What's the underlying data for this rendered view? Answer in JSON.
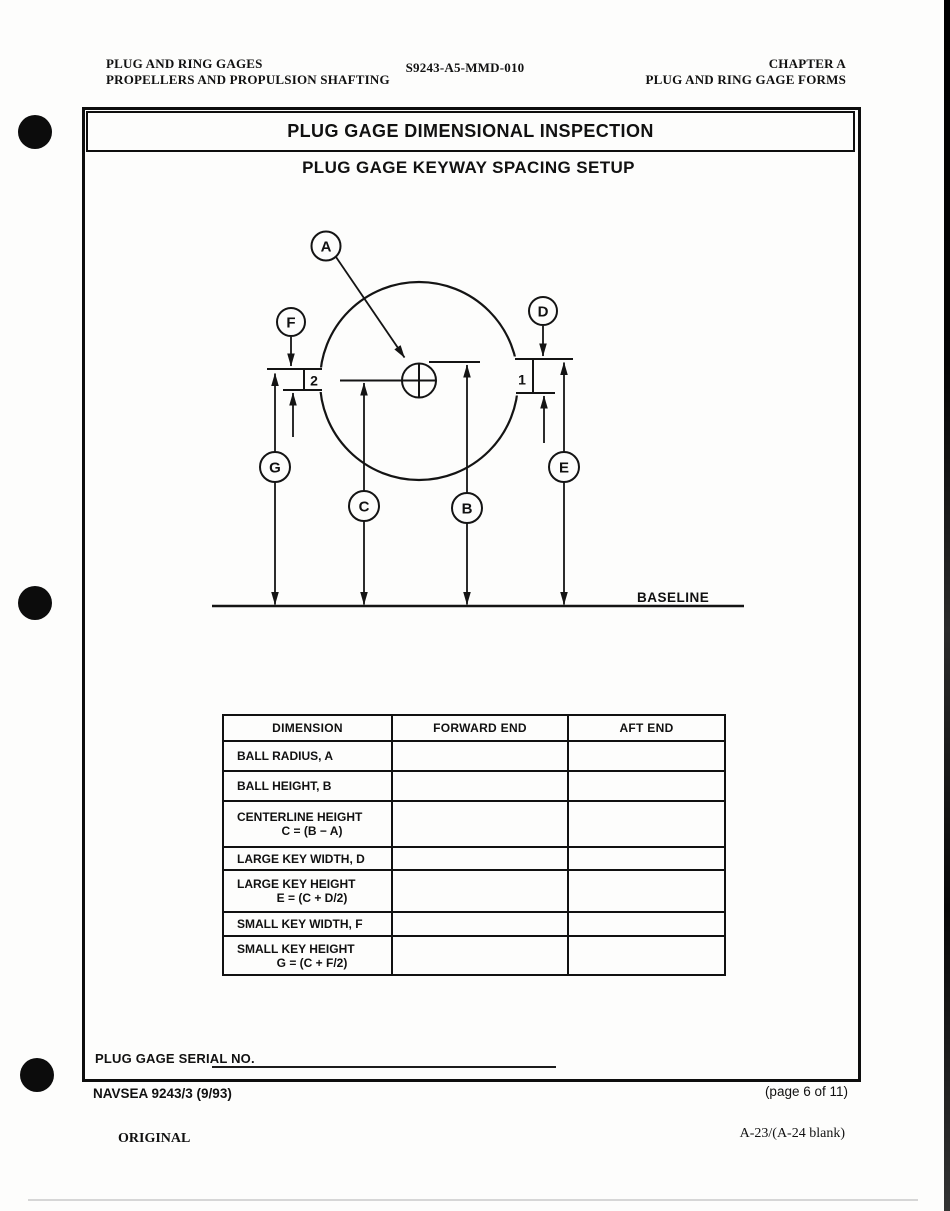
{
  "page_header": {
    "left_line1": "PLUG AND RING GAGES",
    "left_line2": "PROPELLERS AND PROPULSION SHAFTING",
    "center_doc_number": "S9243-A5-MMD-010",
    "right_line1": "CHAPTER A",
    "right_line2": "PLUG AND RING GAGE FORMS"
  },
  "form": {
    "title": "PLUG GAGE DIMENSIONAL INSPECTION",
    "subtitle": "PLUG GAGE KEYWAY SPACING SETUP",
    "serial_label": "PLUG GAGE SERIAL NO.",
    "serial_value": ""
  },
  "diagram": {
    "labels": {
      "a": "A",
      "b": "B",
      "c": "C",
      "d": "D",
      "e": "E",
      "f": "F",
      "g": "G"
    },
    "keyway_large_number": "1",
    "keyway_small_number": "2",
    "baseline_label": "BASELINE"
  },
  "table": {
    "headers": [
      "DIMENSION",
      "FORWARD END",
      "AFT END"
    ],
    "rows": [
      {
        "dimension": "BALL RADIUS, A",
        "formula": "",
        "forward_end": "",
        "aft_end": ""
      },
      {
        "dimension": "BALL HEIGHT, B",
        "formula": "",
        "forward_end": "",
        "aft_end": ""
      },
      {
        "dimension": "CENTERLINE HEIGHT",
        "formula": "C = (B − A)",
        "forward_end": "",
        "aft_end": ""
      },
      {
        "dimension": "LARGE KEY WIDTH, D",
        "formula": "",
        "forward_end": "",
        "aft_end": ""
      },
      {
        "dimension": "LARGE KEY HEIGHT",
        "formula": "E = (C + D/2)",
        "forward_end": "",
        "aft_end": ""
      },
      {
        "dimension": "SMALL KEY WIDTH, F",
        "formula": "",
        "forward_end": "",
        "aft_end": ""
      },
      {
        "dimension": "SMALL KEY HEIGHT",
        "formula": "G = (C + F/2)",
        "forward_end": "",
        "aft_end": ""
      }
    ]
  },
  "page_footer": {
    "form_number": "NAVSEA 9243/3 (9/93)",
    "page_info": "(page 6 of 11)",
    "original_label": "ORIGINAL",
    "page_ref": "A-23/(A-24 blank)"
  },
  "colors": {
    "ink": "#111111",
    "paper": "#fdfdfc"
  }
}
